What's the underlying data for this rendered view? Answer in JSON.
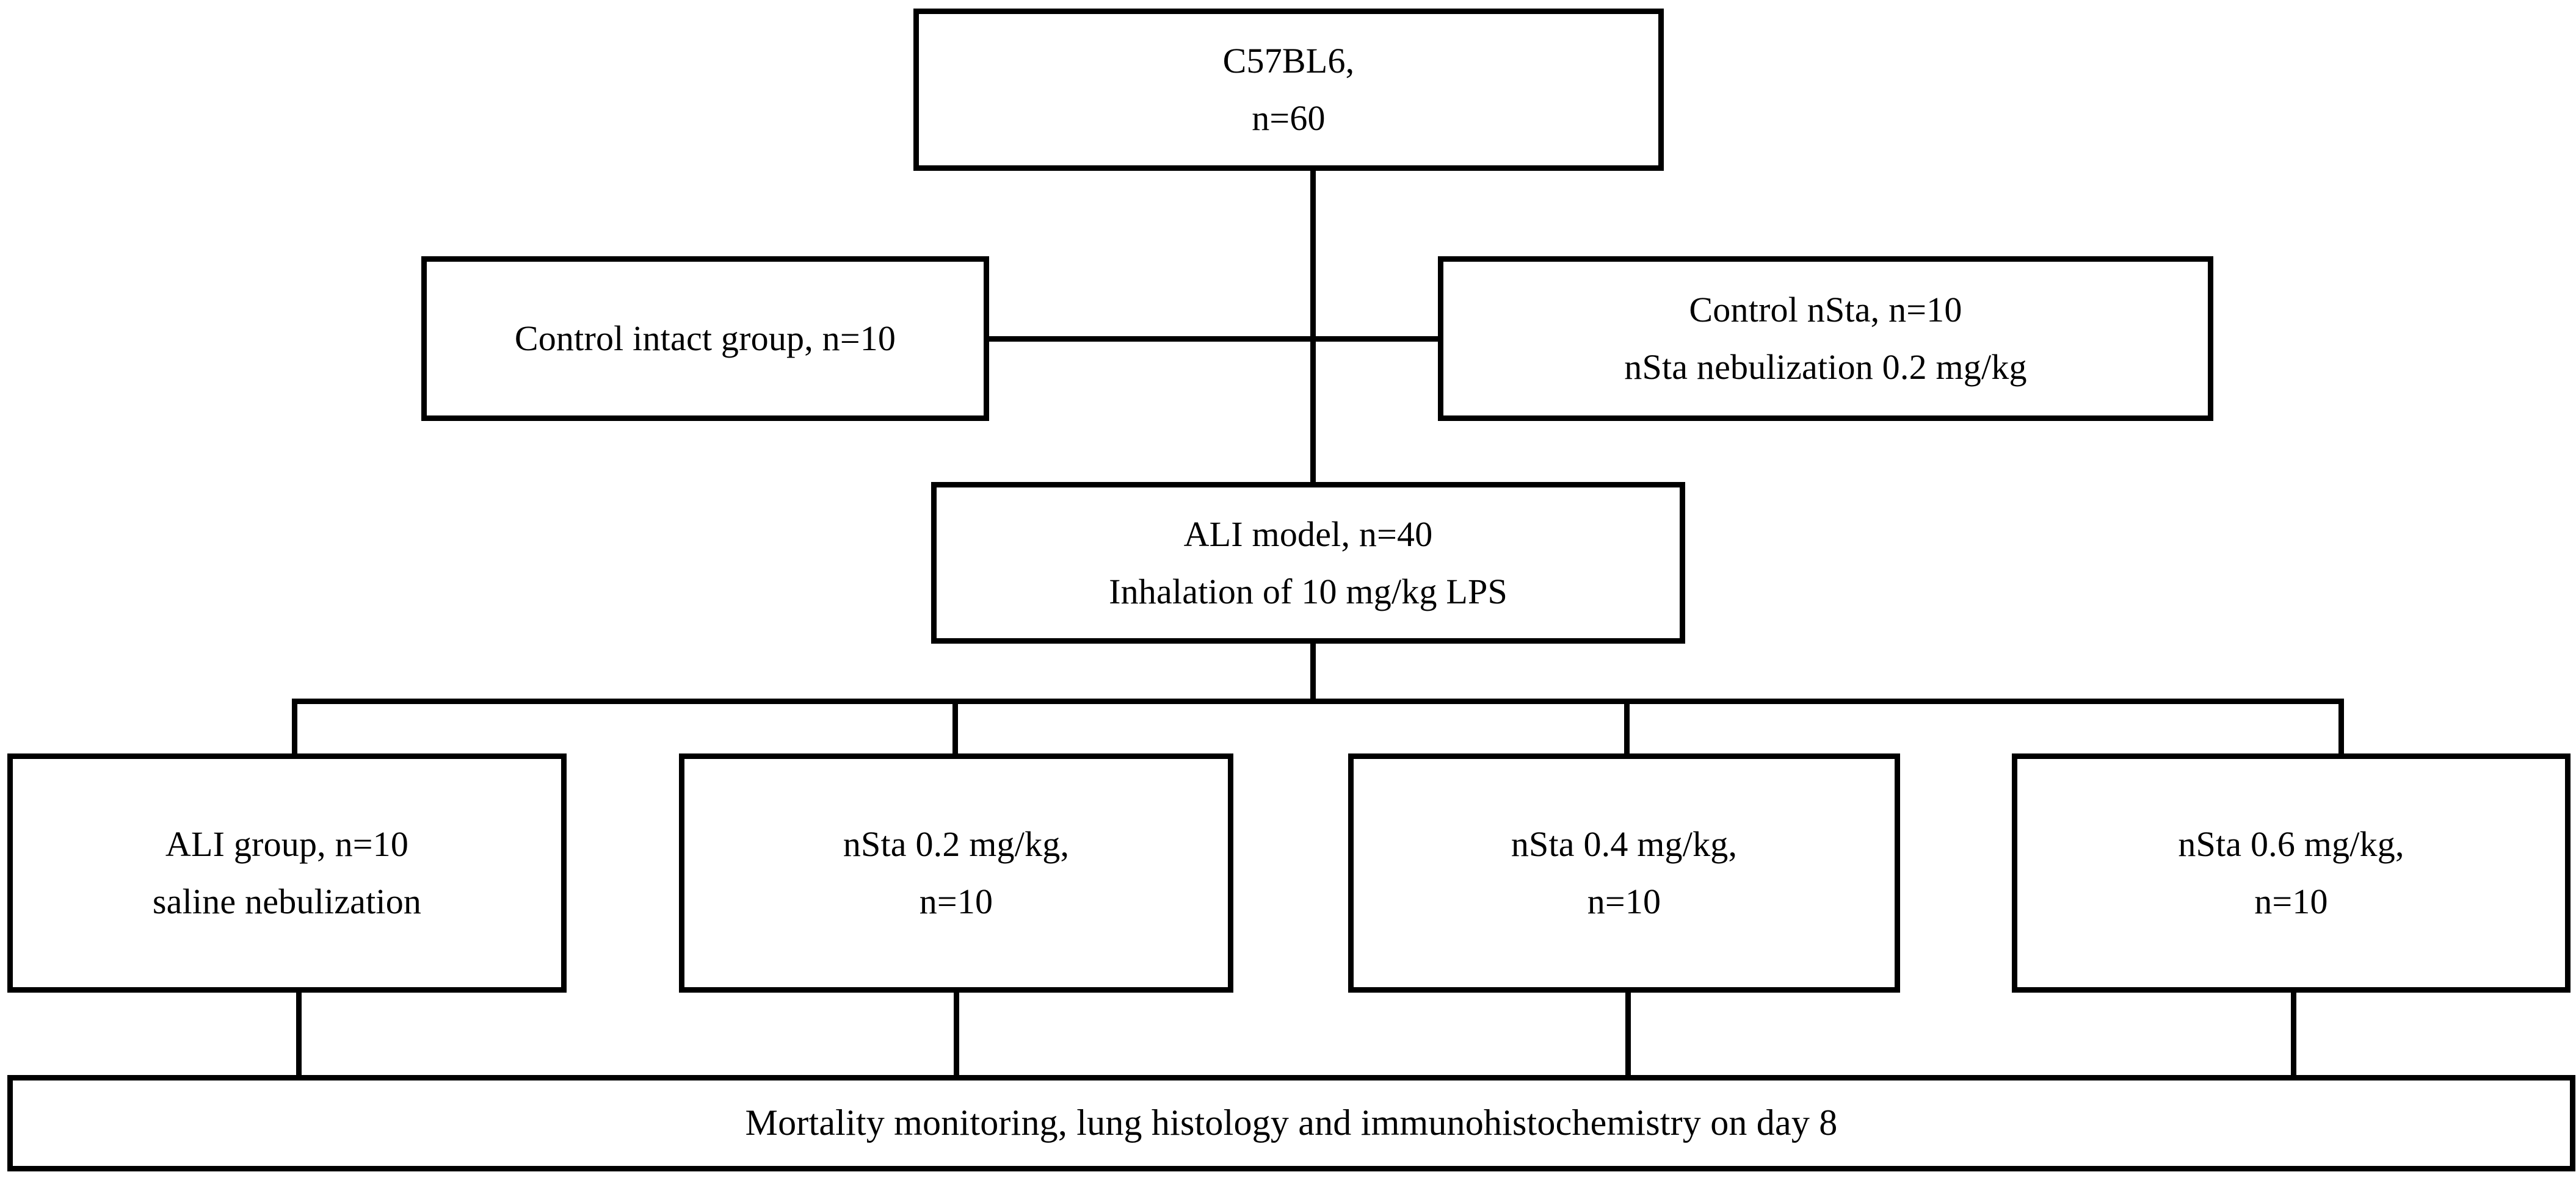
{
  "diagram": {
    "type": "flowchart",
    "title": "Experimental study design flowchart",
    "orientation": "top-down",
    "style": {
      "background_color": "#ffffff",
      "line_color": "#000000",
      "text_color": "#000000",
      "box_fill": "#ffffff"
    },
    "nodes": {
      "root": {
        "id": "C57BL6",
        "lines": [
          "C57BL6,",
          "n=60"
        ],
        "line1": "C57BL6,",
        "line2": "n=60",
        "n": 60
      },
      "control_intact": {
        "id": "control-intact-group",
        "lines": [
          "Control intact group, n=10"
        ],
        "line1": "Control intact group, n=10",
        "n": 10
      },
      "control_nsta": {
        "id": "control-nsta",
        "lines": [
          "Control nSta, n=10",
          "nSta nebulization 0.2 mg/kg"
        ],
        "line1": "Control nSta, n=10",
        "line2": "nSta nebulization 0.2 mg/kg",
        "n": 10,
        "dose": "0.2 mg/kg"
      },
      "ali_model": {
        "id": "ali-model",
        "lines": [
          "ALI model, n=40",
          "Inhalation of 10 mg/kg LPS"
        ],
        "line1": "ALI model, n=40",
        "line2": "Inhalation of 10 mg/kg LPS",
        "n": 40,
        "dose": "10 mg/kg LPS"
      },
      "ali_group": {
        "id": "ali-group",
        "lines": [
          "ALI group, n=10",
          "saline nebulization"
        ],
        "line1": "ALI group, n=10",
        "line2": "saline nebulization",
        "n": 10
      },
      "nsta_02": {
        "id": "nsta-0-2",
        "lines": [
          "nSta 0.2 mg/kg,",
          "n=10"
        ],
        "line1": "nSta 0.2 mg/kg,",
        "line2": "n=10",
        "n": 10,
        "dose": "0.2 mg/kg"
      },
      "nsta_04": {
        "id": "nsta-0-4",
        "lines": [
          "nSta 0.4 mg/kg,",
          "n=10"
        ],
        "line1": "nSta 0.4 mg/kg,",
        "line2": "n=10",
        "n": 10,
        "dose": "0.4 mg/kg"
      },
      "nsta_06": {
        "id": "nsta-0-6",
        "lines": [
          "nSta 0.6 mg/kg,",
          "n=10"
        ],
        "line1": "nSta 0.6 mg/kg,",
        "line2": "n=10",
        "n": 10,
        "dose": "0.6 mg/kg"
      },
      "outcome": {
        "id": "outcome",
        "lines": [
          "Mortality monitoring, lung histology and immunohistochemistry on day 8"
        ],
        "line1": "Mortality monitoring, lung histology and immunohistochemistry on day 8",
        "day": 8
      }
    },
    "edges": [
      {
        "from": "root",
        "to": "ali_model",
        "kind": "vertical-spine"
      },
      {
        "from": "control_intact",
        "to": "control_nsta",
        "kind": "horizontal-link"
      },
      {
        "from": "ali_model",
        "to": "ali_group",
        "kind": "fan-out"
      },
      {
        "from": "ali_model",
        "to": "nsta_02",
        "kind": "fan-out"
      },
      {
        "from": "ali_model",
        "to": "nsta_04",
        "kind": "fan-out"
      },
      {
        "from": "ali_model",
        "to": "nsta_06",
        "kind": "fan-out"
      },
      {
        "from": "ali_group",
        "to": "outcome",
        "kind": "vertical"
      },
      {
        "from": "nsta_02",
        "to": "outcome",
        "kind": "vertical"
      },
      {
        "from": "nsta_04",
        "to": "outcome",
        "kind": "vertical"
      },
      {
        "from": "nsta_06",
        "to": "outcome",
        "kind": "vertical"
      }
    ]
  }
}
